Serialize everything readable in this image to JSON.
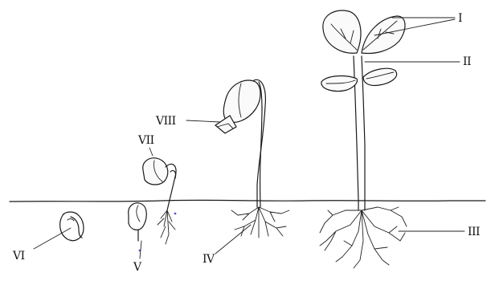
{
  "diagram": {
    "labels": {
      "I": "I",
      "II": "II",
      "III": "III",
      "IV": "IV",
      "V": "V",
      "VI": "VI",
      "VII": "VII",
      "VIII": "VIII"
    },
    "colors": {
      "ink": "#1a1a1a",
      "background": "#ffffff",
      "dots": "#5a5ad0"
    }
  }
}
